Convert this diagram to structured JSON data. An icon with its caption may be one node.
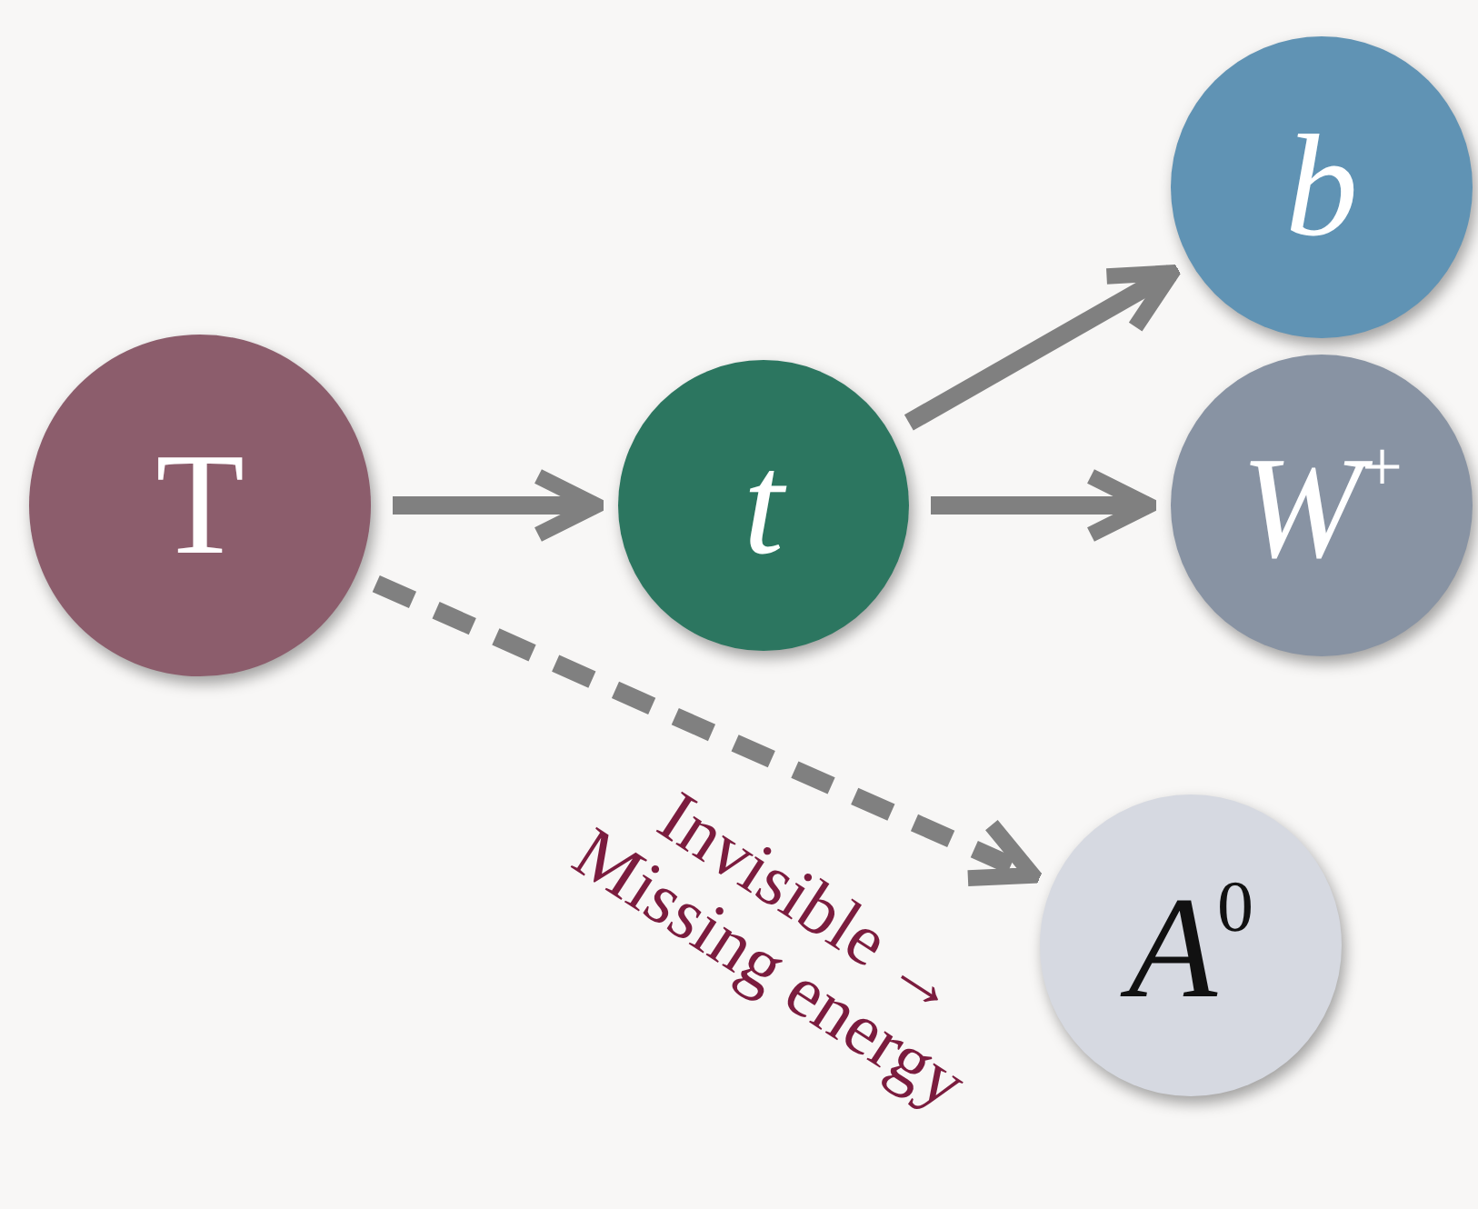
{
  "diagram": {
    "nodes": [
      {
        "text": [
          "T"
        ]
      },
      {
        "text": [
          "t"
        ]
      },
      {
        "text": [
          "b"
        ]
      },
      {
        "text": [
          "W$^{+}$"
        ]
      },
      {
        "text": [
          "A$^{0}$"
        ]
      }
    ],
    "edges": [
      {
        "from": 0,
        "to": 1,
        "arrow": "to"
      },
      {
        "from": 1,
        "to": 2,
        "arrow": "to"
      },
      {
        "from": 1,
        "to": 3,
        "arrow": "to"
      },
      {
        "from": 0,
        "to": 4,
        "arrow": "to",
        "style": "dashed",
        "label": "Invisible → Missing energy"
      }
    ]
  }
}
